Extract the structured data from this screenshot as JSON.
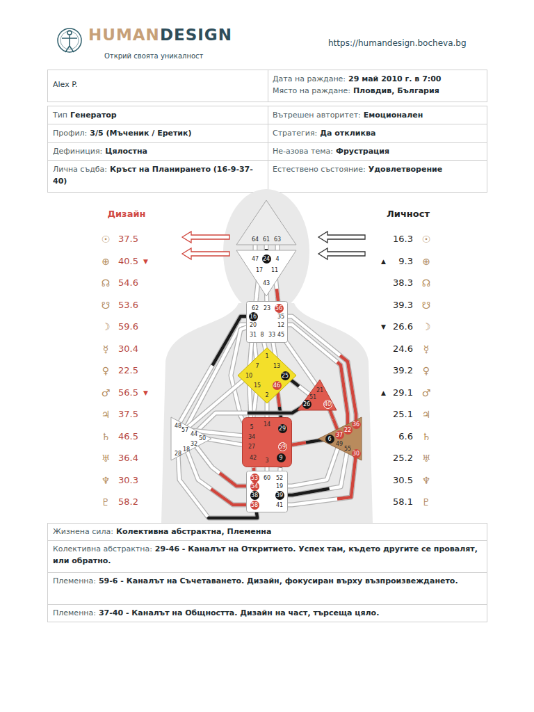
{
  "diagram": {
    "nodes": [
      {
        "text": [
          "64",
          "61",
          "63"
        ]
      },
      {
        "text": [
          "47",
          "24",
          "4",
          "17",
          "11",
          "43"
        ]
      },
      {
        "text": [
          "62",
          "23",
          "56",
          "16",
          "35",
          "20",
          "12",
          "31",
          "8",
          "33",
          "45"
        ]
      },
      {
        "text": [
          "1",
          "7",
          "13",
          "10",
          "25",
          "15",
          "46",
          "2"
        ]
      },
      {
        "text": [
          "21",
          "51",
          "26",
          "40"
        ]
      },
      {
        "text": [
          "48",
          "57",
          "44",
          "50",
          "32",
          "18",
          "28"
        ]
      },
      {
        "text": [
          "5",
          "14",
          "29",
          "34",
          "27",
          "59",
          "42",
          "3",
          "9"
        ]
      },
      {
        "text": [
          "36",
          "22",
          "37",
          "6",
          "49",
          "55",
          "30"
        ]
      },
      {
        "text": [
          "53",
          "60",
          "52",
          "54",
          "19",
          "38",
          "39",
          "58",
          "41"
        ]
      }
    ],
    "edges": [
      {
        "from": 0,
        "to": 1,
        "arrow": "none"
      },
      {
        "from": 0,
        "to": 1,
        "arrow": "none"
      },
      {
        "from": 0,
        "to": 1,
        "arrow": "none"
      },
      {
        "from": 1,
        "to": 2,
        "arrow": "none"
      },
      {
        "from": 1,
        "to": 2,
        "arrow": "none"
      },
      {
        "from": 1,
        "to": 2,
        "arrow": "none"
      },
      {
        "from": 2,
        "to": 3,
        "arrow": "none"
      },
      {
        "from": 2,
        "to": 3,
        "arrow": "none"
      },
      {
        "from": 2,
        "to": 3,
        "arrow": "none"
      },
      {
        "from": 2,
        "to": 3,
        "arrow": "none"
      },
      {
        "from": 2,
        "to": 5,
        "arrow": "none"
      },
      {
        "from": 2,
        "to": 5,
        "arrow": "none"
      },
      {
        "from": 2,
        "to": 6,
        "arrow": "none"
      },
      {
        "from": 2,
        "to": 4,
        "arrow": "none"
      },
      {
        "from": 2,
        "to": 7,
        "arrow": "none"
      },
      {
        "from": 2,
        "to": 7,
        "arrow": "none"
      },
      {
        "from": 3,
        "to": 4,
        "arrow": "none"
      },
      {
        "from": 3,
        "to": 6,
        "arrow": "none"
      },
      {
        "from": 3,
        "to": 6,
        "arrow": "none"
      },
      {
        "from": 3,
        "to": 6,
        "arrow": "none"
      },
      {
        "from": 3,
        "to": 5,
        "arrow": "none"
      },
      {
        "from": 3,
        "to": 6,
        "arrow": "none"
      },
      {
        "from": 4,
        "to": 5,
        "arrow": "none"
      },
      {
        "from": 4,
        "to": 7,
        "arrow": "none"
      },
      {
        "from": 5,
        "to": 6,
        "arrow": "none"
      },
      {
        "from": 5,
        "to": 6,
        "arrow": "none"
      },
      {
        "from": 5,
        "to": 8,
        "arrow": "none"
      },
      {
        "from": 5,
        "to": 8,
        "arrow": "none"
      },
      {
        "from": 5,
        "to": 8,
        "arrow": "none"
      },
      {
        "from": 6,
        "to": 8,
        "arrow": "none"
      },
      {
        "from": 6,
        "to": 8,
        "arrow": "none"
      },
      {
        "from": 6,
        "to": 8,
        "arrow": "none"
      },
      {
        "from": 6,
        "to": 7,
        "arrow": "none"
      },
      {
        "from": 7,
        "to": 8,
        "arrow": "none"
      },
      {
        "from": 7,
        "to": 8,
        "arrow": "none"
      },
      {
        "from": 7,
        "to": 8,
        "arrow": "none"
      }
    ],
    "labels": [
      "HUMAN",
      "DESIGN",
      "Открий своята уникалност",
      "https://humandesign.bocheva.bg",
      "Alex P.",
      "Дата на раждане:",
      "29 май 2010 г. в 7:00",
      "Място на раждане:",
      "Пловдив, България",
      "Тип",
      "Генератор",
      "Вътрешен авторитет:",
      "Емоционален",
      "Профил:",
      "3/5 (Мъченик / Еретик)",
      "Стратегия:",
      "Да откликва",
      "Дефиниция:",
      "Цялостна",
      "Не-азова тема:",
      "Фрустрация",
      "Лична съдба:",
      "Кръст на Планирането (16-9-37-40)",
      "Естествено състояние:",
      "Удовлетворение",
      "Дизайн",
      "Личност",
      "☉",
      "37.5",
      "16.3",
      "☉",
      "⊕",
      "40.5",
      "▼",
      "▲",
      "9.3",
      "⊕",
      "☊",
      "54.6",
      "38.3",
      "☊",
      "☋",
      "53.6",
      "39.3",
      "☋",
      "☽",
      "59.6",
      "▼",
      "26.6",
      "☽",
      "☿",
      "30.4",
      "24.6",
      "☿",
      "♀",
      "22.5",
      "39.2",
      "♀",
      "♂",
      "56.5",
      "▼",
      "▲",
      "29.1",
      "♂",
      "♃",
      "37.5",
      "25.1",
      "♃",
      "♄",
      "46.5",
      "6.6",
      "♄",
      "♅",
      "36.4",
      "25.2",
      "♅",
      "♆",
      "30.3",
      "30.5",
      "♆",
      "♇",
      "58.2",
      "58.1",
      "♇",
      "Жизнена сила:",
      "Колективна абстрактна, Племенна",
      "Колективна абстрактна:",
      "29-46 - Каналът на Откритието. Успех там, където другите се провалят, или обратно.",
      "Племенна:",
      "59-6 - Каналът на Съчетаването. Дизайн, фокусиран върху възпроизвеждането.",
      "Племенна:",
      "37-40 - Каналът на Общността. Дизайн на част, търсеща цяло."
    ]
  }
}
